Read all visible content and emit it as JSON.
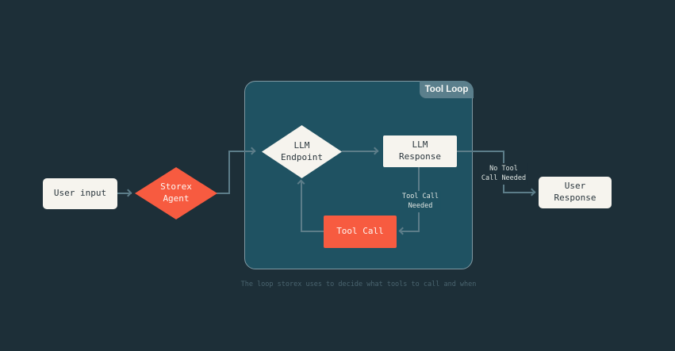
{
  "diagram": {
    "loop": {
      "label": "Tool Loop"
    },
    "nodes": {
      "user_input": "User input",
      "storex_agent": "Storex\nAgent",
      "llm_endpoint": "LLM\nEndpoint",
      "llm_response": "LLM\nResponse",
      "tool_call": "Tool Call",
      "user_response": "User\nResponse"
    },
    "edge_labels": {
      "tool_call_needed": "Tool Call\nNeeded",
      "no_tool_call_needed": "No Tool\nCall Needed"
    },
    "caption": "The loop storex uses to decide what tools to call and when"
  },
  "colors": {
    "background": "#1d2f38",
    "loop_fill": "#1f5262",
    "loop_border": "#7f99a3",
    "loop_tab_fill": "#5b7f8c",
    "accent_red": "#f75b40",
    "node_fill": "#f6f4ee",
    "node_text": "#2a363d",
    "edge_line": "#5c7d89",
    "edge_label_text": "#dfe5e1",
    "caption_text": "#4a646f"
  }
}
